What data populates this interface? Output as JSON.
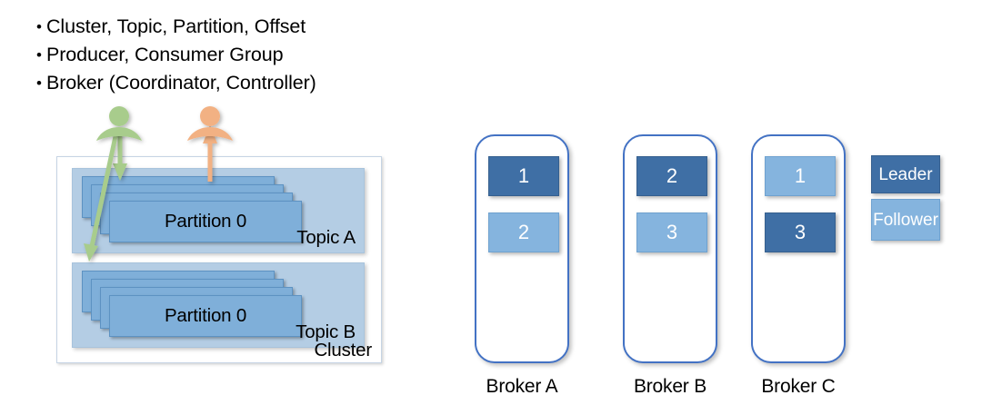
{
  "bullets": [
    {
      "marker": "•",
      "text": "Cluster, Topic, Partition, Offset"
    },
    {
      "marker": "•",
      "text": "Producer, Consumer Group"
    },
    {
      "marker": "•",
      "text": "Broker (Coordinator, Controller)"
    }
  ],
  "cluster": {
    "label": "Cluster",
    "topics": [
      {
        "name": "Topic A",
        "partition_label": "Partition 0",
        "partition_cards": 4
      },
      {
        "name": "Topic B",
        "partition_label": "Partition 0",
        "partition_cards": 4
      }
    ],
    "actors": [
      {
        "name": "producer",
        "color": "#a8cc8c",
        "direction": "writes-down"
      },
      {
        "name": "consumer",
        "color": "#f2b183",
        "direction": "reads-up"
      }
    ]
  },
  "brokers": [
    {
      "label": "Broker A",
      "replicas": [
        {
          "id": "1",
          "role": "leader"
        },
        {
          "id": "2",
          "role": "follower"
        }
      ]
    },
    {
      "label": "Broker B",
      "replicas": [
        {
          "id": "2",
          "role": "leader"
        },
        {
          "id": "3",
          "role": "follower"
        }
      ]
    },
    {
      "label": "Broker C",
      "replicas": [
        {
          "id": "1",
          "role": "follower"
        },
        {
          "id": "3",
          "role": "leader"
        }
      ]
    }
  ],
  "legend": [
    {
      "label": "Leader",
      "role": "leader"
    },
    {
      "label": "Follower",
      "role": "follower"
    }
  ],
  "colors": {
    "leader": "#3f6fa5",
    "follower": "#85b4de",
    "broker_border": "#4372c4",
    "topic_bg": "#b4cde4",
    "partition_bg": "#7fafd9",
    "producer": "#a8cc8c",
    "consumer": "#f2b183"
  }
}
